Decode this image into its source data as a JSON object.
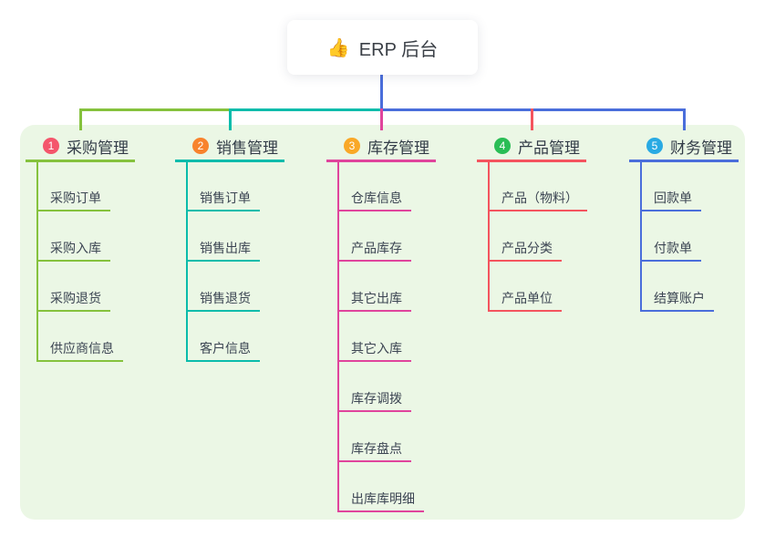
{
  "root": {
    "icon": "👍",
    "icon_name": "thumbs-up-emoji",
    "label": "ERP 后台"
  },
  "colors": {
    "page_background": "#ffffff",
    "panel_background": "#ebf7e5",
    "root_connector": "#4a6edb",
    "title_text": "#3a3f46",
    "label_text": "#333c48",
    "child_text": "#3c4553"
  },
  "categories": [
    {
      "num": "1",
      "label": "采购管理",
      "badge_color": "#f4566c",
      "line_color": "#85c23d",
      "children": [
        "采购订单",
        "采购入库",
        "采购退货",
        "供应商信息"
      ]
    },
    {
      "num": "2",
      "label": "销售管理",
      "badge_color": "#f8832d",
      "line_color": "#0abcab",
      "children": [
        "销售订单",
        "销售出库",
        "销售退货",
        "客户信息"
      ]
    },
    {
      "num": "3",
      "label": "库存管理",
      "badge_color": "#f9a827",
      "line_color": "#e0449c",
      "children": [
        "仓库信息",
        "产品库存",
        "其它出库",
        "其它入库",
        "库存调拨",
        "库存盘点",
        "出库库明细"
      ]
    },
    {
      "num": "4",
      "label": "产品管理",
      "badge_color": "#2abd55",
      "line_color": "#f4545e",
      "children": [
        "产品（物料）",
        "产品分类",
        "产品单位"
      ]
    },
    {
      "num": "5",
      "label": "财务管理",
      "badge_color": "#29aae3",
      "line_color": "#4a6edb",
      "children": [
        "回款单",
        "付款单",
        "结算账户"
      ]
    }
  ]
}
